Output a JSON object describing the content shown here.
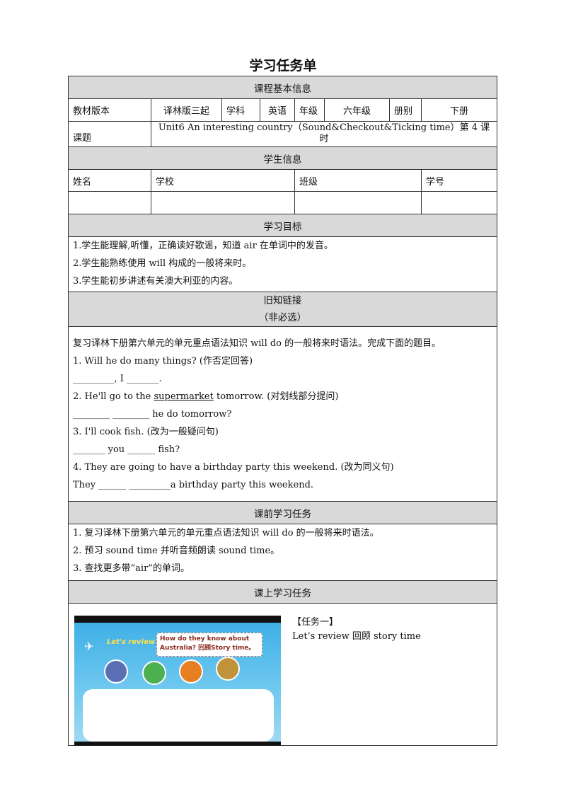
{
  "title": "学习任务单",
  "sections": {
    "basic": "课程基本信息",
    "student": "学生信息",
    "goals": "学习目标",
    "review": "旧知链接",
    "review_note": "（非必选）",
    "pre": "课前学习任务",
    "inclass": "课上学习任务"
  },
  "basic_info": {
    "textbook_label": "教材版本",
    "textbook_value": "译林版三起",
    "subject_label": "学科",
    "subject_value": "英语",
    "grade_label": "年级",
    "grade_value": "六年级",
    "volume_label": "册别",
    "volume_value": "下册",
    "topic_label": "课题",
    "topic_value": "Unit6 An interesting country（Sound&Checkout&Ticking time）第 4 课时"
  },
  "student_info": {
    "name_label": "姓名",
    "school_label": "学校",
    "class_label": "班级",
    "id_label": "学号"
  },
  "goals": [
    "1.学生能理解,听懂，正确读好歌谣，知道 air 在单词中的发音。",
    "2.学生能熟练使用 will 构成的一般将来时。",
    "3.学生能初步讲述有关澳大利亚的内容。"
  ],
  "review": {
    "intro": "复习译林下册第六单元的单元重点语法知识 will do 的一般将来时语法。完成下面的题目。",
    "q1": "1. Will he do many things?  (作否定回答)",
    "q1_answer": "_________, I _______.",
    "q2_a": "2. He'll go to the ",
    "q2_underlined": "supermarket",
    "q2_b": " tomorrow. (对划线部分提问)",
    "q2_answer": "________  ________  he do tomorrow?",
    "q3": "3. I'll cook fish.   (改为一般疑问句)",
    "q3_answer": "_______ you ______ fish?",
    "q4": "4. They are going to have a birthday party this weekend. (改为同义句)",
    "q4_answer": "They ______ _________a birthday party this weekend."
  },
  "pre_tasks": [
    "1. 复习译林下册第六单元的单元重点语法知识 will do 的一般将来时语法。",
    "2. 预习 sound time 并听音频朗读 sound time。",
    "3. 查找更多带“air”的单词。"
  ],
  "inclass": {
    "video_lets_review": "Let's review",
    "video_question_line1": "How do they know about",
    "video_question_line2": "Australia? 回顾Story time。",
    "task1_title": "【任务一】",
    "task1_desc": "Let’s review 回顾 story time"
  },
  "colors": {
    "header_bg": "#d9d9d9",
    "video_sky": "#3fb0e6",
    "video_label": "#ffe04a",
    "question_text": "#8b2a1e"
  }
}
